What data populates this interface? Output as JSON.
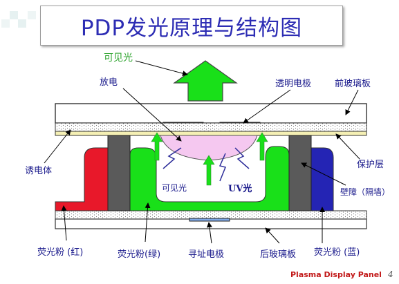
{
  "title": "PDP发光原理与结构图",
  "labels": {
    "visible_light_top": "可见光",
    "discharge": "放电",
    "transparent_electrode": "透明电极",
    "front_glass": "前玻璃板",
    "dielectric": "诱电体",
    "protective_layer": "保护层",
    "barrier_rib": "壁障（隔墙）",
    "visible_light_inner": "可见光",
    "uv_light": "UV光",
    "phosphor_red": "荧光粉 (红)",
    "phosphor_green": "荧光粉(绿)",
    "address_electrode": "寻址电极",
    "rear_glass": "后玻璃板",
    "phosphor_blue": "荧光粉 (蓝)"
  },
  "footer": "Plasma Display Panel",
  "page_number": "4",
  "colors": {
    "title_text": "#2d2db4",
    "label_text": "#1a1a8c",
    "green_phosphor": "#19e019",
    "red_phosphor": "#e8182a",
    "blue_phosphor": "#2424b4",
    "barrier": "#5a5a5a",
    "protective_layer": "#f5f0b4",
    "discharge": "#f5c8f0",
    "footer_text": "#c21818"
  }
}
